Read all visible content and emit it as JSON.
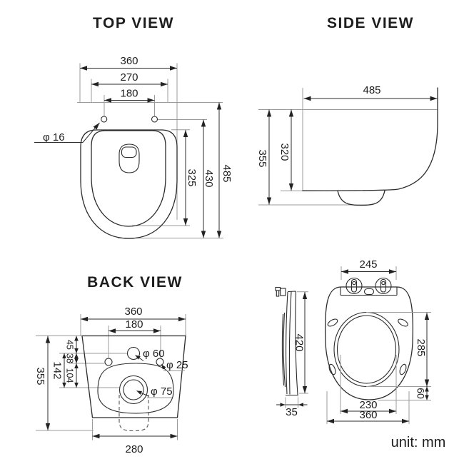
{
  "page": {
    "unit_label": "unit: mm"
  },
  "views": {
    "top_view": {
      "title": "TOP VIEW",
      "dims": {
        "overall_width": "360",
        "mid_width": "270",
        "hole_spacing": "180",
        "seat_hole_dia": "φ 16",
        "inner_depth": "325",
        "body_depth": "430",
        "overall_depth": "485"
      }
    },
    "side_view": {
      "title": "SIDE VIEW",
      "dims": {
        "overall_depth": "485",
        "overall_height": "355",
        "body_height": "320"
      }
    },
    "back_view": {
      "title": "BACK VIEW",
      "dims": {
        "overall_width": "360",
        "bolt_spacing": "180",
        "top_to_inlet": "45",
        "inlet_to_bolts": "38",
        "bolts_to_outlet": "104",
        "inlet_to_outlet": "142",
        "overall_height": "355",
        "inlet_dia": "φ 60",
        "bolt_hole_dia": "φ 25",
        "outlet_dia": "φ 75",
        "bottom_width": "280"
      }
    },
    "seat_view": {
      "dims": {
        "hinge_width": "245",
        "seat_length": "420",
        "seat_thickness": "35",
        "opening_length": "285",
        "front_edge": "60",
        "inner_width": "230",
        "seat_width": "360"
      }
    }
  }
}
